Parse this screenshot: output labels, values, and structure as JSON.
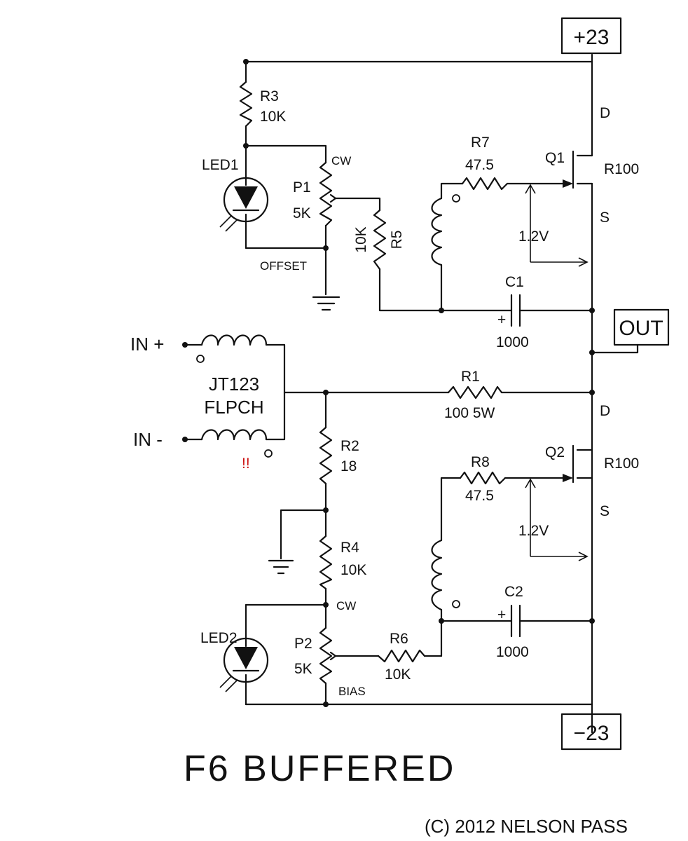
{
  "rails": {
    "positive": "+23",
    "negative": "−23",
    "output": "OUT"
  },
  "input": {
    "plus_label": "IN +",
    "minus_label": "IN -",
    "transformer_line1": "JT123",
    "transformer_line2": "FLPCH",
    "warning_mark": "!!"
  },
  "components": {
    "r3": {
      "name": "R3",
      "value": "10K"
    },
    "led1": {
      "name": "LED1"
    },
    "p1": {
      "name": "P1",
      "value": "5K",
      "cw": "CW",
      "function": "OFFSET"
    },
    "r5": {
      "name": "R5",
      "value": "10K"
    },
    "r7": {
      "name": "R7",
      "value": "47.5"
    },
    "q1": {
      "name": "Q1",
      "part": "R100",
      "drain": "D",
      "source": "S"
    },
    "v1": {
      "value": "1.2V"
    },
    "c1": {
      "name": "C1",
      "value": "1000",
      "polarity": "+"
    },
    "r1": {
      "name": "R1",
      "value": "100 5W"
    },
    "r2": {
      "name": "R2",
      "value": "18"
    },
    "r4": {
      "name": "R4",
      "value": "10K"
    },
    "r8": {
      "name": "R8",
      "value": "47.5"
    },
    "q2": {
      "name": "Q2",
      "part": "R100",
      "drain": "D",
      "source": "S"
    },
    "v2": {
      "value": "1.2V"
    },
    "c2": {
      "name": "C2",
      "value": "1000",
      "polarity": "+"
    },
    "led2": {
      "name": "LED2"
    },
    "p2": {
      "name": "P2",
      "value": "5K",
      "cw": "CW",
      "function": "BIAS"
    },
    "r6": {
      "name": "R6",
      "value": "10K"
    }
  },
  "title": "F6 BUFFERED",
  "copyright": "(C) 2012 NELSON PASS",
  "colors": {
    "ink": "#111111",
    "warning": "#cc1111",
    "background": "#ffffff"
  }
}
